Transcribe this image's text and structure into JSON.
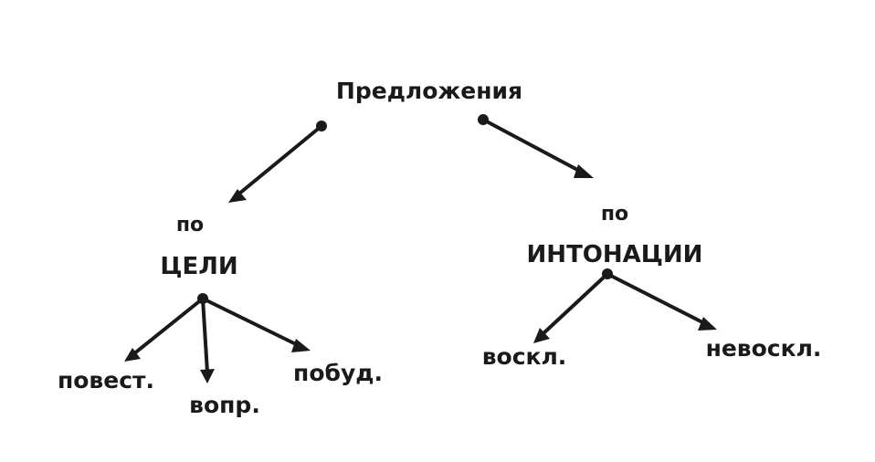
{
  "diagram": {
    "root": "Предложения",
    "by_purpose": {
      "prefix": "по",
      "title": "ЦЕЛИ",
      "children": [
        "повест.",
        "вопр.",
        "побуд."
      ]
    },
    "by_intonation": {
      "prefix": "по",
      "title": "ИНТОНАЦИИ",
      "children": [
        "воскл.",
        "невоскл."
      ]
    }
  },
  "colors": {
    "ink": "#1a1a1a",
    "background": "#ffffff"
  }
}
